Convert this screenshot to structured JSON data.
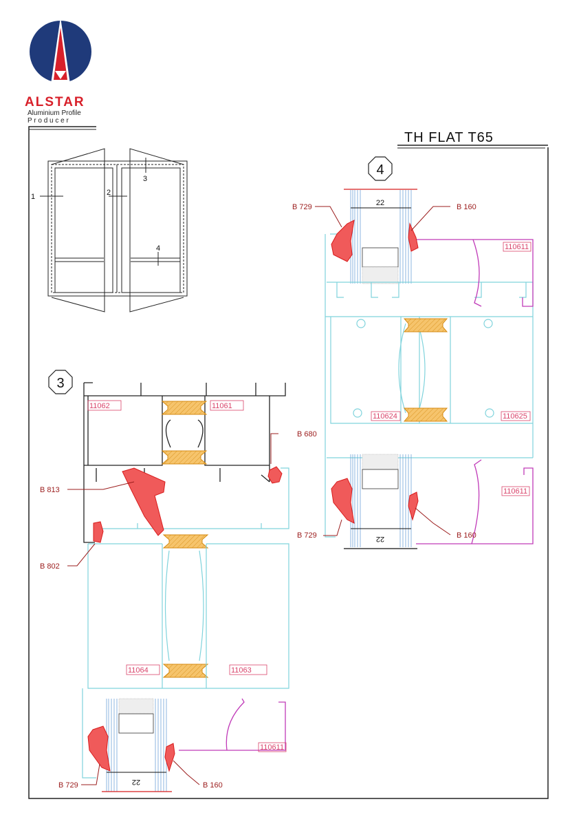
{
  "logo": {
    "brand": "ALSTAR",
    "tagline1": "Aluminium Profile",
    "tagline2": "P r o d u c e r",
    "colors": {
      "blue": "#1f3a7a",
      "red": "#d8202a"
    }
  },
  "title": "TH FLAT T65",
  "elevation": {
    "marks": [
      "1",
      "2",
      "3",
      "4"
    ]
  },
  "detail4": {
    "number": "4",
    "dimension_top": "22",
    "dimension_bottom": "22",
    "labels": {
      "gasket_outer_top": "B 729",
      "gasket_inner_top": "B 160",
      "gasket_outer_bottom": "B 729",
      "gasket_inner_bottom": "B 160"
    },
    "profiles": {
      "bead_top": "110611",
      "left_mid": "110624",
      "right_mid": "110625",
      "bead_bottom": "110611"
    }
  },
  "detail3": {
    "number": "3",
    "dimension_bottom": "22",
    "labels": {
      "b680": "B 680",
      "b813": "B 813",
      "b802": "B 802",
      "b729": "B 729",
      "b160": "B 160"
    },
    "profiles": {
      "frame_left": "11062",
      "frame_right": "11061",
      "sash_left": "11064",
      "sash_right": "11063",
      "bead": "110611"
    }
  },
  "colors": {
    "frame": "#222222",
    "sash": "#7fd3dc",
    "bead": "#c03ab8",
    "gasket": "#f05a5a",
    "thermal_break": "#f6c46c"
  }
}
